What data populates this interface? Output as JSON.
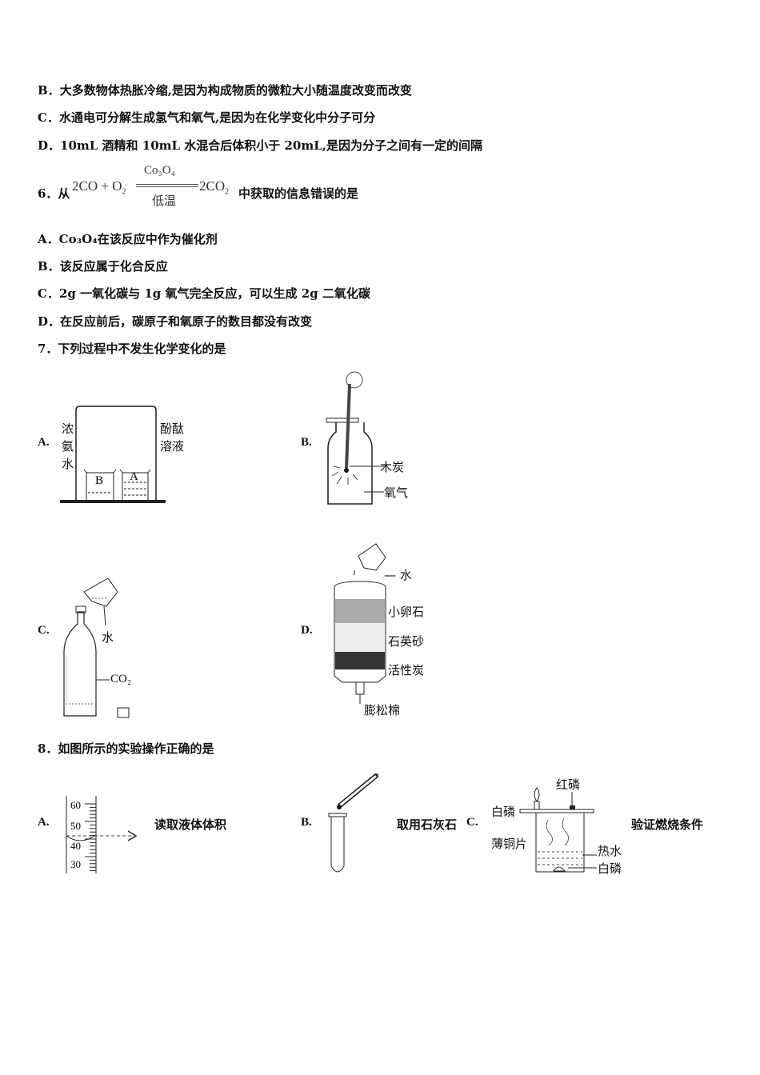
{
  "q5_options": [
    {
      "label": "B．",
      "text": "大多数物体热胀冷缩,是因为构成物质的微粒大小随温度改变而改变"
    },
    {
      "label": "C．",
      "text": "水通电可分解生成氢气和氧气,是因为在化学变化中分子可分"
    },
    {
      "label": "D．",
      "text": "10mL 酒精和 10mL 水混合后体积小于 20mL,是因为分子之间有一定的间隔"
    }
  ],
  "q6": {
    "number": "6．从",
    "lhs": "2CO + O",
    "lhs_sub": "2",
    "catalyst": "Co₃O₄",
    "condition": "低温",
    "rhs": "2CO",
    "rhs_sub": "2",
    "suffix": "中获取的信息错误的是",
    "options": [
      {
        "label": "A．",
        "text": "Co₃O₄在该反应中作为催化剂"
      },
      {
        "label": "B．",
        "text": "该反应属于化合反应"
      },
      {
        "label": "C．",
        "text": "2g 一氧化碳与 1g 氧气完全反应，可以生成 2g 二氧化碳"
      },
      {
        "label": "D．",
        "text": "在反应前后，碳原子和氧原子的数目都没有改变"
      }
    ]
  },
  "q7": {
    "stem": "7．下列过程中不发生化学变化的是",
    "A": {
      "label": "A.",
      "left_label": [
        "浓",
        "氨",
        "水"
      ],
      "right_label": [
        "酚酞",
        "溶液"
      ],
      "beaker_b": "B",
      "beaker_a": "A"
    },
    "B": {
      "label": "B.",
      "charcoal": "木炭",
      "oxygen": "氧气"
    },
    "C": {
      "label": "C.",
      "water": "水",
      "gas": "CO₂"
    },
    "D": {
      "label": "D.",
      "water": "水",
      "layers": [
        "小卵石",
        "石英砂",
        "活性炭",
        "膨松棉"
      ]
    }
  },
  "q8": {
    "stem": "8．如图所示的实验操作正确的是",
    "A": {
      "label": "A.",
      "caption": "读取液体体积",
      "ticks": [
        "60",
        "50",
        "40",
        "30"
      ]
    },
    "B": {
      "label": "B.",
      "caption": "取用石灰石"
    },
    "C": {
      "label": "C.",
      "caption": "验证燃烧条件",
      "labels": {
        "white_p_top": "白磷",
        "red_p": "红磷",
        "copper": "薄铜片",
        "hot_water": "热水",
        "white_p_bottom": "白磷"
      }
    }
  }
}
